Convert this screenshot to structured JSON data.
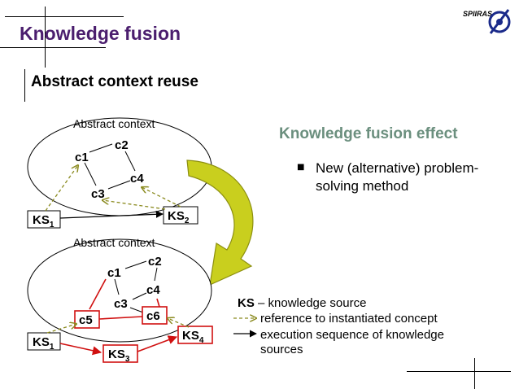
{
  "slide": {
    "title": "Knowledge fusion",
    "subtitle": "Abstract context reuse",
    "logo_text": "SPIIRAS",
    "logo_icon": "institute-emblem-icon"
  },
  "effect": {
    "heading": "Knowledge fusion effect",
    "bullet": "New (alternative) problem-solving method"
  },
  "top_context": {
    "label": "Abstract context",
    "concepts": [
      "c1",
      "c2",
      "c3",
      "c4"
    ],
    "sources": [
      {
        "base": "KS",
        "sub": "1"
      },
      {
        "base": "KS",
        "sub": "2"
      }
    ]
  },
  "bottom_context": {
    "label": "Abstract context",
    "concepts": [
      "c1",
      "c2",
      "c3",
      "c4",
      "c5",
      "c6"
    ],
    "sources": [
      {
        "base": "KS",
        "sub": "1"
      },
      {
        "base": "KS",
        "sub": "3"
      },
      {
        "base": "KS",
        "sub": "4"
      }
    ]
  },
  "legend": {
    "ks_term": "KS",
    "ks_definition": "– knowledge source",
    "dashed_desc": "reference to instantiated concept",
    "solid_desc_line1": "execution sequence of knowledge",
    "solid_desc_line2": "sources"
  },
  "colors": {
    "title": "#4b1e6e",
    "effect_heading": "#6b8f7e",
    "dashed_reference": "#8a8a1e",
    "red_path": "#d01010",
    "fusion_arrow_fill": "#c9cf1e",
    "fusion_arrow_stroke": "#8c8f10"
  }
}
